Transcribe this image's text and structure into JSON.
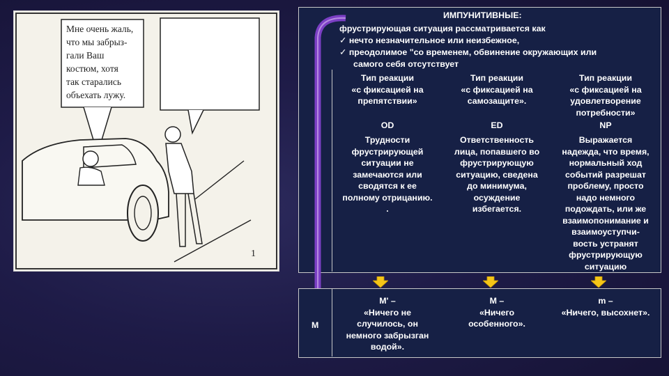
{
  "comic": {
    "speech": [
      "Мне очень жаль,",
      "что мы забрыз-",
      "гали Ваш",
      "костюм, хотя",
      "так старались",
      "объехать лужу."
    ],
    "number": "1"
  },
  "panel": {
    "title": "ИМПУНИТИВНЫЕ:",
    "intro": "фрустрирующая ситуация рассматривается как",
    "bullets": [
      "нечто незначительное или неизбежное,",
      "преодолимое \"со временем, обвинение окружающих или",
      "самого себя отсутствует"
    ],
    "columns": [
      {
        "heading": [
          "Тип реакции",
          "«с фиксацией на",
          "препятствии»"
        ],
        "code": "OD",
        "desc": [
          "Трудности",
          "фрустрирующей",
          "ситуации не",
          "замечаются или",
          "сводятся к ее",
          "полному отрицанию.",
          "."
        ],
        "example": [
          "M' –",
          "«Ничего не",
          "случилось, он",
          "немного забрызган",
          "водой»."
        ]
      },
      {
        "heading": [
          "Тип реакции",
          "«с фиксацией на",
          "самозащите»."
        ],
        "code": "ED",
        "desc": [
          "Ответственность",
          "лица, попавшего во",
          "фрустрирующую",
          "ситуацию, сведена",
          "до минимума,",
          "осуждение",
          "избегается."
        ],
        "example": [
          "M –",
          "«Ничего",
          "особенного»."
        ]
      },
      {
        "heading": [
          "Тип реакции",
          "«с фиксацией на",
          "удовлетворение",
          "потребности»"
        ],
        "code": "NP",
        "desc": [
          "Выражается",
          "надежда, что время,",
          "нормальный ход",
          "событий разрешат",
          "проблему, просто",
          "надо немного",
          "подождать, или же",
          "взаимопонимание и",
          "взаимоуступчи-",
          "вость устранят",
          "фрустрирующую",
          "ситуацию"
        ],
        "example": [
          "m –",
          "«Ничего, высохнет»."
        ]
      }
    ]
  },
  "side_label": "M",
  "colors": {
    "accent": "#7b3fc4",
    "arrow": "#f5c518",
    "panel": "#162045"
  }
}
